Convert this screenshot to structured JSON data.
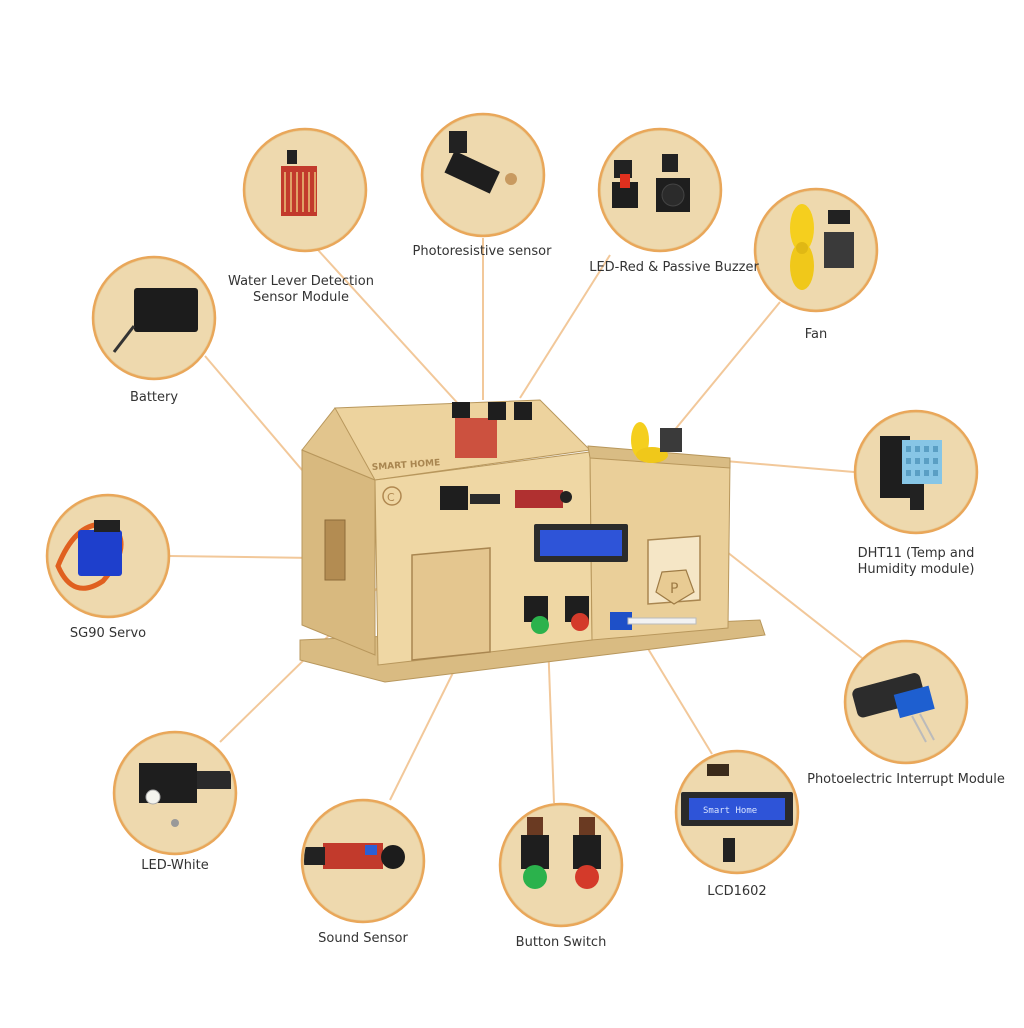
{
  "palette": {
    "ring": "#E9A75A",
    "leader": "#F2C89A",
    "wood": "#E8CD98",
    "wood_dark": "#C9A56A",
    "label": "#333333"
  },
  "house_sign": "SMART HOME",
  "lcd_text": "Smart Home",
  "callouts": [
    {
      "id": "water-lever",
      "lines": [
        "Water Lever Detection",
        "Sensor Module"
      ],
      "icon": "water-sensor-icon"
    },
    {
      "id": "photoresistive",
      "lines": [
        "Photoresistive sensor"
      ],
      "icon": "photoresistor-icon"
    },
    {
      "id": "led-red-buzzer",
      "lines": [
        "LED-Red & Passive Buzzer"
      ],
      "icon": "buzzer-icon"
    },
    {
      "id": "fan",
      "lines": [
        "Fan"
      ],
      "icon": "fan-icon"
    },
    {
      "id": "battery",
      "lines": [
        "Battery"
      ],
      "icon": "battery-icon"
    },
    {
      "id": "dht11",
      "lines": [
        "DHT11 (Temp and",
        "Humidity module)"
      ],
      "icon": "dht11-icon"
    },
    {
      "id": "sg90",
      "lines": [
        "SG90 Servo"
      ],
      "icon": "servo-icon"
    },
    {
      "id": "photoelectric",
      "lines": [
        "Photoelectric Interrupt Module"
      ],
      "icon": "photo-interrupter-icon"
    },
    {
      "id": "led-white",
      "lines": [
        "LED-White"
      ],
      "icon": "led-white-icon"
    },
    {
      "id": "sound",
      "lines": [
        "Sound Sensor"
      ],
      "icon": "microphone-icon"
    },
    {
      "id": "button",
      "lines": [
        "Button Switch"
      ],
      "icon": "button-switch-icon"
    },
    {
      "id": "lcd",
      "lines": [
        "LCD1602"
      ],
      "icon": "lcd-icon"
    }
  ]
}
